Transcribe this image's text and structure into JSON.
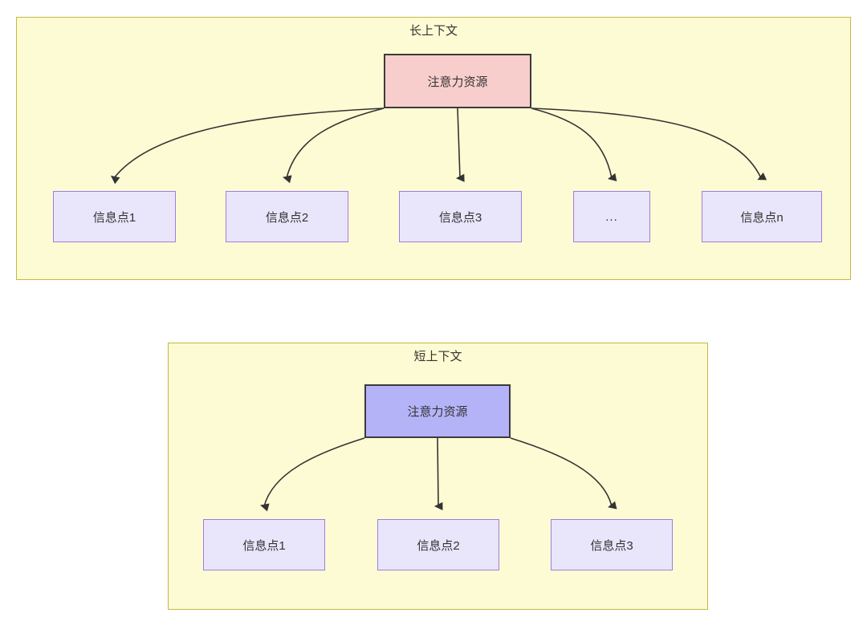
{
  "diagram": {
    "type": "flowchart",
    "title_long": "长上下文",
    "title_short": "短上下文",
    "colors": {
      "group_fill": "#fdfbd4",
      "group_stroke": "#c5b93f",
      "root_long_fill": "#f8cecc",
      "root_short_fill": "#b5b3f8",
      "root_stroke": "#3b3b3b",
      "info_fill": "#e9e6fc",
      "info_stroke": "#9f7de0",
      "edge_stroke": "#333333",
      "text": "#333333"
    }
  },
  "groups": [
    {
      "key": "long_context",
      "title": "长上下文",
      "root": {
        "label": "注意力资源"
      },
      "children": [
        {
          "label": "信息点1"
        },
        {
          "label": "信息点2"
        },
        {
          "label": "信息点3"
        },
        {
          "label": "..."
        },
        {
          "label": "信息点n"
        }
      ]
    },
    {
      "key": "short_context",
      "title": "短上下文",
      "root": {
        "label": "注意力资源"
      },
      "children": [
        {
          "label": "信息点1"
        },
        {
          "label": "信息点2"
        },
        {
          "label": "信息点3"
        }
      ]
    }
  ]
}
